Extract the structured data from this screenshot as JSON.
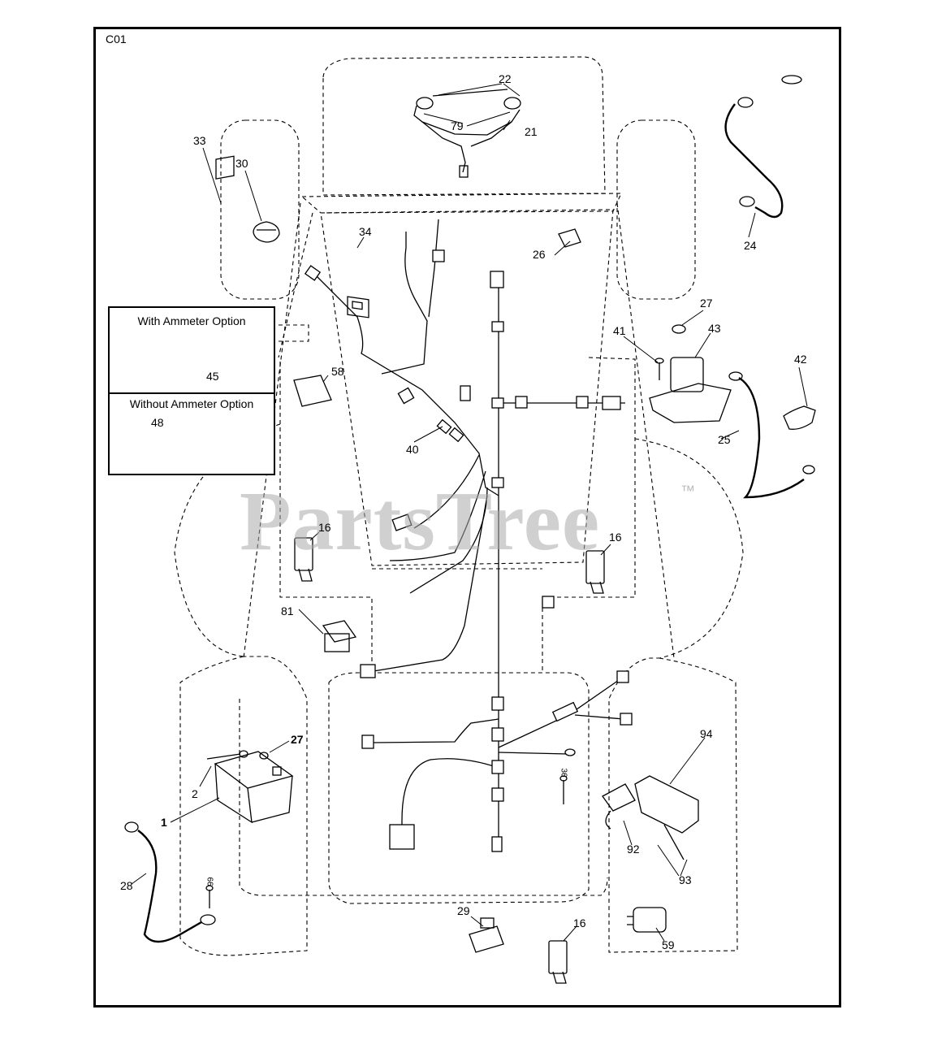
{
  "diagram": {
    "code": "C01",
    "watermark": "PartsTree",
    "trademark": "™",
    "inset": {
      "with_option": "With Ammeter Option",
      "without_option": "Without Ammeter Option"
    },
    "callouts": {
      "c22": "22",
      "c79": "79",
      "c21": "21",
      "c33": "33",
      "c30": "30",
      "c24": "24",
      "c34": "34",
      "c26": "26",
      "c27a": "27",
      "c41": "41",
      "c43": "43",
      "c42": "42",
      "c45": "45",
      "c58": "58",
      "c48": "48",
      "c40": "40",
      "c25": "25",
      "c16a": "16",
      "c16b": "16",
      "c81": "81",
      "c94": "94",
      "c27b": "27",
      "c2": "2",
      "c1": "1",
      "c36": "36",
      "c92": "92",
      "c93": "93",
      "c28": "28",
      "c66": "66",
      "c29": "29",
      "c16c": "16",
      "c59": "59"
    }
  }
}
